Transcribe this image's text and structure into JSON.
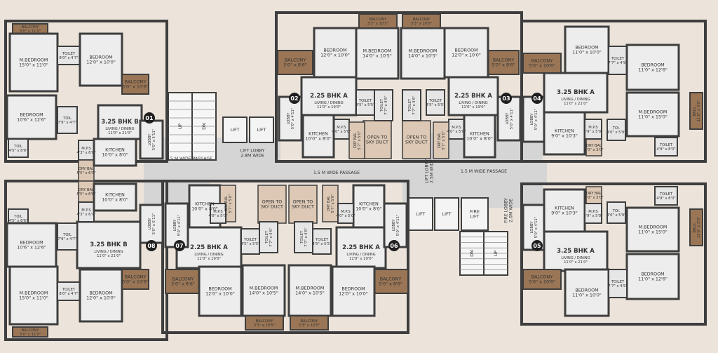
{
  "colors": {
    "background": "#ece4db",
    "room": "#ededed",
    "balcony": "#9a7656",
    "passage": "#d5d5d5",
    "wall": "#3e3e3e",
    "duct": "#dcc8b4"
  },
  "passages": [
    {
      "id": "passage-top",
      "text": "1.5 M WIDE PASSAGE"
    },
    {
      "id": "passage-top-right",
      "text": "1.5 M WIDE PASSAGE"
    },
    {
      "id": "passage-bottom",
      "text": "1.5 M WIDE PASSAGE"
    },
    {
      "id": "lift-lobby-left",
      "text": "LIFT LOBBY 2.8M WIDE"
    },
    {
      "id": "lift-lobby-right",
      "text": "LIFT LOBBY 2.5M WIDE"
    },
    {
      "id": "fire-lobby",
      "text": "FIRE LOBBY 2.0M WIDE"
    }
  ],
  "core": [
    {
      "id": "lift-1",
      "text": "LIFT"
    },
    {
      "id": "lift-2",
      "text": "LIFT"
    },
    {
      "id": "lift-3",
      "text": "LIFT"
    },
    {
      "id": "lift-4",
      "text": "LIFT"
    },
    {
      "id": "fire-lift",
      "text": "FIRE LIFT"
    },
    {
      "id": "stair-left-up",
      "text": "UP"
    },
    {
      "id": "stair-left-dn",
      "text": "DN"
    },
    {
      "id": "stair-right-up",
      "text": "UP"
    },
    {
      "id": "stair-right-dn",
      "text": "DN"
    },
    {
      "id": "duct-a",
      "text": "OPEN TO SKY DUCT"
    },
    {
      "id": "duct-b",
      "text": "OPEN TO SKY DUCT"
    },
    {
      "id": "duct-c",
      "text": "OPEN TO SKY DUCT"
    },
    {
      "id": "duct-d",
      "text": "OPEN TO SKY DUCT"
    }
  ],
  "units": [
    {
      "number": "01",
      "type": "3.25 BHK B",
      "living": "LIVING / DINING 11'0\" x 21'0\"",
      "rooms": [
        {
          "id": "u1-balcony",
          "name": "BALCONY",
          "size": "3'0\" x 11'0\""
        },
        {
          "id": "u1-mbed",
          "name": "M.BEDROOM",
          "size": "15'0\" x 11'0\""
        },
        {
          "id": "u1-toilet",
          "name": "TOILET",
          "size": "8'0\" x 4'7\""
        },
        {
          "id": "u1-bed1",
          "name": "BEDROOM",
          "size": "12'0\" x 10'0\""
        },
        {
          "id": "u1-balcony2",
          "name": "BALCONY",
          "size": "5'0\" x 10'6\""
        },
        {
          "id": "u1-bed2",
          "name": "BEDROOM",
          "size": "10'6\" x 12'6\""
        },
        {
          "id": "u1-toil",
          "name": "TOIL",
          "size": "7'9\" x 4'7\""
        },
        {
          "id": "u1-toil2",
          "name": "TOIL",
          "size": "4'5\" x 8'6\""
        },
        {
          "id": "u1-mps",
          "name": "M.P.S",
          "size": "4'3\" x 6'0\""
        },
        {
          "id": "u1-drybal",
          "name": "DRY BAL",
          "size": "5'5\" x 6'0\""
        },
        {
          "id": "u1-kitchen",
          "name": "KITCHEN",
          "size": "10'0\" x 8'0\""
        },
        {
          "id": "u1-lobby",
          "name": "LOBBY",
          "size": "5'0\" x 5'11\""
        }
      ]
    },
    {
      "number": "02",
      "type": "2.25 BHK A",
      "living": "LIVING / DINING 11'0\" x 19'0\"",
      "rooms": [
        {
          "id": "u2-balcony",
          "name": "BALCONY",
          "size": "5'0\" x 8'6\""
        },
        {
          "id": "u2-bed",
          "name": "BEDROOM",
          "size": "12'0\" x 10'0\""
        },
        {
          "id": "u2-mbed",
          "name": "M.BEDROOM",
          "size": "14'0\" x 10'5\""
        },
        {
          "id": "u2-balcony2",
          "name": "BALCONY",
          "size": "3'3\" x 10'5\""
        },
        {
          "id": "u2-toilet1",
          "name": "TOILET",
          "size": "4'5\" x 5'5\""
        },
        {
          "id": "u2-toilet2",
          "name": "TOILET",
          "size": "7'7\" x 4'6\""
        },
        {
          "id": "u2-lobby",
          "name": "LOBBY",
          "size": "5'0\" x 4'11\""
        },
        {
          "id": "u2-mps",
          "name": "M.P.S",
          "size": "4'0\" x 5'0\""
        },
        {
          "id": "u2-drybal",
          "name": "DRY BAL",
          "size": "5'7\" x 5'0\""
        },
        {
          "id": "u2-kitchen",
          "name": "KITCHEN",
          "size": "10'0\" x 8'0\""
        }
      ]
    },
    {
      "number": "03",
      "type": "2.25 BHK A",
      "living": "LIVING / DINING 11'0\" x 19'0\"",
      "rooms": [
        {
          "id": "u3-balcony",
          "name": "BALCONY",
          "size": "5'0\" x 8'6\""
        },
        {
          "id": "u3-bed",
          "name": "BEDROOM",
          "size": "12'0\" x 10'0\""
        },
        {
          "id": "u3-mbed",
          "name": "M.BEDROOM",
          "size": "14'0\" x 10'5\""
        },
        {
          "id": "u3-balcony2",
          "name": "BALCONY",
          "size": "3'3\" x 10'5\""
        },
        {
          "id": "u3-toilet1",
          "name": "TOILET",
          "size": "4'5\" x 5'5\""
        },
        {
          "id": "u3-toilet2",
          "name": "TOILET",
          "size": "7'7\" x 4'6\""
        },
        {
          "id": "u3-lobby",
          "name": "LOBBY",
          "size": "5'0\" x 4'11\""
        },
        {
          "id": "u3-mps",
          "name": "M.P.S",
          "size": "4'0\" x 5'0\""
        },
        {
          "id": "u3-drybal",
          "name": "DRY BAL",
          "size": "5'7\" x 5'0\""
        },
        {
          "id": "u3-kitchen",
          "name": "KITCHEN",
          "size": "10'0\" x 8'0\""
        }
      ]
    },
    {
      "number": "04",
      "type": "3.25 BHK A",
      "living": "LIVING / DINING 11'0\" x 21'0\"",
      "rooms": [
        {
          "id": "u4-balcony",
          "name": "BALCONY",
          "size": "5'0\" x 10'6\""
        },
        {
          "id": "u4-bed1",
          "name": "BEDROOM",
          "size": "11'0\" x 10'0\""
        },
        {
          "id": "u4-toilet",
          "name": "TOILET",
          "size": "7'7\" x 4'9\""
        },
        {
          "id": "u4-bed2",
          "name": "BEDROOM",
          "size": "11'0\" x 12'6\""
        },
        {
          "id": "u4-mbed",
          "name": "M.BEDROOM",
          "size": "11'0\" x 15'0\""
        },
        {
          "id": "u4-balc",
          "name": "BALC.",
          "size": "11'0\" x 3'0\""
        },
        {
          "id": "u4-lobby",
          "name": "LOBBY",
          "size": "5'0\" x 4'11\""
        },
        {
          "id": "u4-kitchen",
          "name": "KITCHEN",
          "size": "9'0\" x 10'3\""
        },
        {
          "id": "u4-drybal",
          "name": "DRY BAL",
          "size": "5'0\" x 3'0\""
        },
        {
          "id": "u4-mps",
          "name": "M.P.S",
          "size": "3'9\" x 5'0\""
        },
        {
          "id": "u4-toi",
          "name": "TOI.",
          "size": "4'0\" x 5'9\""
        },
        {
          "id": "u4-toilet2",
          "name": "TOILET",
          "size": "4'9\" x 8'0\""
        }
      ]
    },
    {
      "number": "05",
      "type": "3.25 BHK A",
      "living": "LIVING / DINING 11'0\" x 21'0\"",
      "rooms": [
        {
          "id": "u5-lobby",
          "name": "LOBBY",
          "size": "5'0\" x 4'11\""
        },
        {
          "id": "u5-kitchen",
          "name": "KITCHEN",
          "size": "9'0\" x 10'3\""
        },
        {
          "id": "u5-drybal",
          "name": "DRY BAL",
          "size": "5'0\" x 3'0\""
        },
        {
          "id": "u5-mps",
          "name": "M.P.S",
          "size": "3'9\" x 5'0\""
        },
        {
          "id": "u5-toi",
          "name": "TOI.",
          "size": "4'0\" x 5'9\""
        },
        {
          "id": "u5-toilet2",
          "name": "TOILET",
          "size": "4'9\" x 8'0\""
        },
        {
          "id": "u5-mbed",
          "name": "M.BEDROOM",
          "size": "11'0\" x 15'0\""
        },
        {
          "id": "u5-balc",
          "name": "BALC.",
          "size": "11'0\" x 3'0\""
        },
        {
          "id": "u5-bed2",
          "name": "BEDROOM",
          "size": "11'0\" x 12'6\""
        },
        {
          "id": "u5-balcony",
          "name": "BALCONY",
          "size": "5'0\" x 10'6\""
        },
        {
          "id": "u5-bed1",
          "name": "BEDROOM",
          "size": "11'0\" x 10'0\""
        },
        {
          "id": "u5-toilet",
          "name": "TOILET",
          "size": "7'7\" x 4'9\""
        }
      ]
    },
    {
      "number": "06",
      "type": "2.25 BHK A",
      "living": "LIVING / DINING 11'0\" x 19'0\"",
      "rooms": [
        {
          "id": "u6-kitchen",
          "name": "KITCHEN",
          "size": "10'0\" x 8'0\""
        },
        {
          "id": "u6-drybal",
          "name": "DRY BAL",
          "size": "5'7\" x 5'0\""
        },
        {
          "id": "u6-mps",
          "name": "M.P.S",
          "size": "4'0\" x 5'0\""
        },
        {
          "id": "u6-lobby",
          "name": "LOBBY",
          "size": "5'0\" x 4'11\""
        },
        {
          "id": "u6-toilet1",
          "name": "TOILET",
          "size": "4'5\" x 5'5\""
        },
        {
          "id": "u6-toilet2",
          "name": "TOILET",
          "size": "7'7\" x 4'6\""
        },
        {
          "id": "u6-balcony",
          "name": "BALCONY",
          "size": "5'0\" x 8'6\""
        },
        {
          "id": "u6-bed",
          "name": "BEDROOM",
          "size": "12'0\" x 10'0\""
        },
        {
          "id": "u6-mbed",
          "name": "M.BEDROOM",
          "size": "14'0\" x 10'5\""
        },
        {
          "id": "u6-balcony2",
          "name": "BALCONY",
          "size": "3'3\" x 10'5\""
        }
      ]
    },
    {
      "number": "07",
      "type": "2.25 BHK A",
      "living": "LIVING / DINING 11'0\" x 19'0\"",
      "rooms": [
        {
          "id": "u7-kitchen",
          "name": "KITCHEN",
          "size": "10'0\" x 8'0\""
        },
        {
          "id": "u7-drybal",
          "name": "DRY BAL",
          "size": "5'7\" x 5'0\""
        },
        {
          "id": "u7-mps",
          "name": "M.P.S",
          "size": "4'0\" x 5'0\""
        },
        {
          "id": "u7-lobby",
          "name": "LOBBY",
          "size": "5'0\" x 4'11\""
        },
        {
          "id": "u7-toilet1",
          "name": "TOILET",
          "size": "4'5\" x 5'5\""
        },
        {
          "id": "u7-toilet2",
          "name": "TOILET",
          "size": "7'7\" x 4'6\""
        },
        {
          "id": "u7-balcony",
          "name": "BALCONY",
          "size": "5'0\" x 8'6\""
        },
        {
          "id": "u7-bed",
          "name": "BEDROOM",
          "size": "12'0\" x 10'0\""
        },
        {
          "id": "u7-mbed",
          "name": "M.BEDROOM",
          "size": "14'0\" x 10'5\""
        },
        {
          "id": "u7-balcony2",
          "name": "BALCONY",
          "size": "3'3\" x 10'5\""
        }
      ]
    },
    {
      "number": "08",
      "type": "3.25 BHK B",
      "living": "LIVING / DINING 11'0\" x 21'0\"",
      "rooms": [
        {
          "id": "u8-drybal",
          "name": "DRY BAL",
          "size": "5'5\" x 6'0\""
        },
        {
          "id": "u8-mps",
          "name": "M.P.S",
          "size": "4'3\" x 6'0\""
        },
        {
          "id": "u8-kitchen",
          "name": "KITCHEN",
          "size": "10'0\" x 8'0\""
        },
        {
          "id": "u8-lobby",
          "name": "LOBBY",
          "size": "5'0\" x 5'11\""
        },
        {
          "id": "u8-toil2",
          "name": "TOIL",
          "size": "4'5\" x 8'6\""
        },
        {
          "id": "u8-bed2",
          "name": "BEDROOM",
          "size": "10'6\" x 12'6\""
        },
        {
          "id": "u8-toil",
          "name": "TOIL",
          "size": "7'9\" x 4'7\""
        },
        {
          "id": "u8-mbed",
          "name": "M.BEDROOM",
          "size": "15'0\" x 11'0\""
        },
        {
          "id": "u8-toilet",
          "name": "TOILET",
          "size": "8'0\" x 4'7\""
        },
        {
          "id": "u8-bed1",
          "name": "BEDROOM",
          "size": "12'0\" x 10'0\""
        },
        {
          "id": "u8-balcony2",
          "name": "BALCONY",
          "size": "5'0\" x 10'6\""
        },
        {
          "id": "u8-balcony",
          "name": "BALCONY",
          "size": "3'0\" x 11'0\""
        }
      ]
    }
  ]
}
